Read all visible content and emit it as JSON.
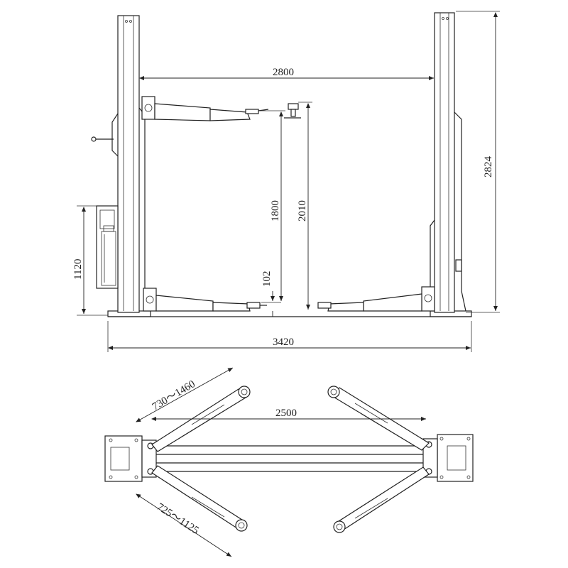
{
  "dimensions": {
    "column_spacing": "2800",
    "column_height": "2824",
    "lift_height_max": "1800",
    "total_lift_height": "2010",
    "pad_height_min": "102",
    "power_unit_height": "1120",
    "base_width": "3420",
    "arm_long_range": "730～1460",
    "arm_short_range": "725～1125",
    "inner_width": "2500"
  },
  "colors": {
    "line": "#222222",
    "background": "#ffffff"
  }
}
